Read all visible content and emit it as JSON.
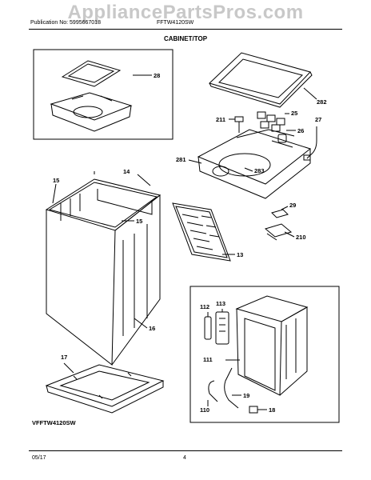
{
  "watermark": "AppliancePartsPros.com",
  "header": {
    "publication": "Publication No: 5995667018",
    "model": "FFTW4120SW"
  },
  "section_title": "CABINET/TOP",
  "model_variant": "VFFTW4120SW",
  "footer": {
    "date": "05/17",
    "page": "4"
  },
  "callouts": {
    "c28": "28",
    "c282": "282",
    "c211": "211",
    "c25": "25",
    "c26": "26",
    "c27": "27",
    "c281": "281",
    "c283": "283",
    "c14": "14",
    "c15a": "15",
    "c15b": "15",
    "c29": "29",
    "c210": "210",
    "c13": "13",
    "c16": "16",
    "c17": "17",
    "c112": "112",
    "c113": "113",
    "c111": "111",
    "c19": "19",
    "c110": "110",
    "c18": "18"
  }
}
